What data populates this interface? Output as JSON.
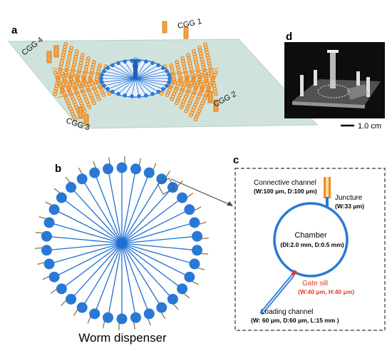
{
  "panels": {
    "a": {
      "letter": "a",
      "cgg_labels": [
        "CGG 1",
        "CGG 2",
        "CGG 3",
        "CGG 4"
      ]
    },
    "b": {
      "letter": "b",
      "caption": "Worm dispenser"
    },
    "c": {
      "letter": "c",
      "connective_channel": "Connective channel",
      "connective_dims": "(W:100 μm,  D:100 μm)",
      "juncture": "Juncture",
      "juncture_dims": "(W:33 μm)",
      "chamber": "Chamber",
      "chamber_dims": "(DI:2.0 mm,  D:0.5 mm)",
      "gate_sill": "Gate sill",
      "gate_sill_dims": "(W:40 μm, H:40 μm)",
      "loading_channel": "Loading channel",
      "loading_dims": "(W: 60  μm, D:60 μm, L:15 mm )"
    },
    "d": {
      "letter": "d",
      "scale": "1.0 cm"
    }
  },
  "colors": {
    "channel_blue": "#1f6fd1",
    "chamber_blue": "#2a78d6",
    "orange": "#f28a1e",
    "gate_red": "#e03a2a",
    "chip_green": "#cfe3dc"
  },
  "counts": {
    "dispenser_chambers": 34
  }
}
